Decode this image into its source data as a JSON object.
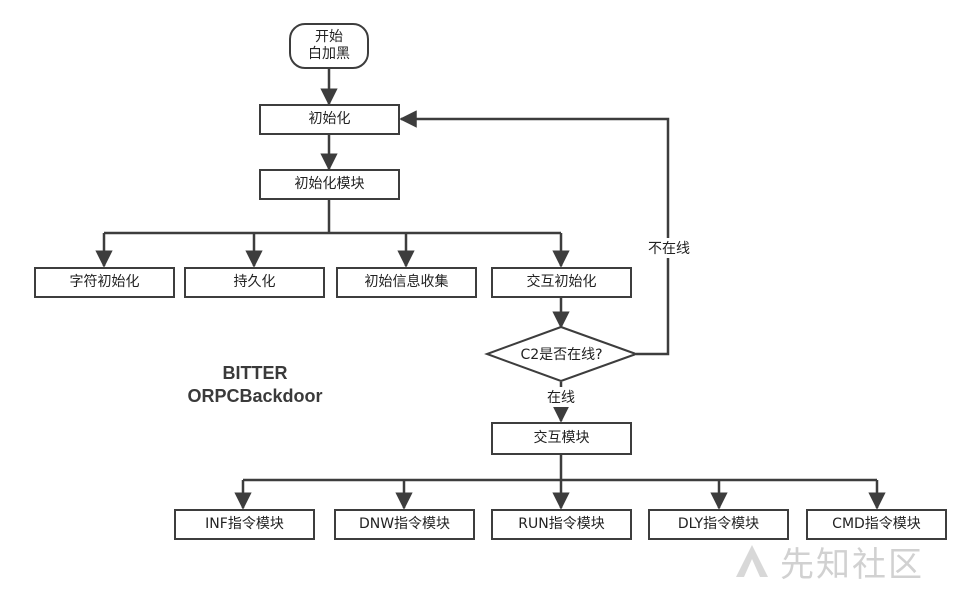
{
  "nodes": {
    "start_line1": "开始",
    "start_line2": "白加黑",
    "init": "初始化",
    "init_module": "初始化模块",
    "string_init": "字符初始化",
    "persistence": "持久化",
    "initial_info": "初始信息收集",
    "interaction_init": "交互初始化",
    "decision": "C2是否在线?",
    "interaction_module": "交互模块",
    "inf": "INF指令模块",
    "dnw": "DNW指令模块",
    "run": "RUN指令模块",
    "dly": "DLY指令模块",
    "cmd": "CMD指令模块"
  },
  "edge_labels": {
    "offline": "不在线",
    "online": "在线"
  },
  "title": {
    "line1": "BITTER",
    "line2": "ORPCBackdoor"
  },
  "watermark": {
    "text": "先知社区",
    "icon": "xianzhi-logo-icon"
  },
  "colors": {
    "stroke": "#3d3d3d",
    "text": "#222222"
  }
}
